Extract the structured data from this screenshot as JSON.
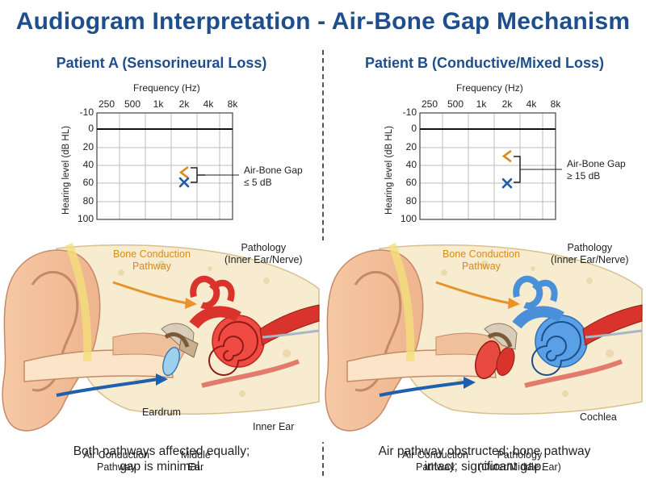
{
  "title": "Audiogram Interpretation - Air-Bone Gap Mechanism",
  "colors": {
    "title": "#1f4e8c",
    "bone_marker": "#d88a1c",
    "air_marker": "#1f5fa8",
    "pathology_red": "#e53b3b",
    "healthy_blue": "#4a90d9"
  },
  "panels": [
    {
      "title": "Patient A (Sensorineural Loss)",
      "audiogram": {
        "xlabel": "Frequency (Hz)",
        "ylabel": "Hearing level (dB HL)",
        "xticks": [
          "250",
          "500",
          "1k",
          "2k",
          "4k",
          "8k"
        ],
        "yticks": [
          "-10",
          "0",
          "20",
          "40",
          "60",
          "80",
          "100"
        ],
        "gap_label": [
          "Air-Bone Gap",
          "≤ 5 dB"
        ]
      },
      "labels": {
        "bone": [
          "Bone Conduction",
          "Pathway"
        ],
        "pathology": [
          "Pathology",
          "(Inner Ear/Nerve)"
        ],
        "eardrum": "Eardrum",
        "inner_ear": "Inner Ear",
        "middle_ear": [
          "Middle",
          "Ear"
        ],
        "air": [
          "Air Conduction",
          "Pathway"
        ]
      },
      "caption": [
        "Both pathways affected equally;",
        "gap is minimal."
      ]
    },
    {
      "title": "Patient B (Conductive/Mixed Loss)",
      "audiogram": {
        "xlabel": "Frequency (Hz)",
        "ylabel": "Hearing level (dB HL)",
        "xticks": [
          "250",
          "500",
          "1k",
          "2k",
          "4k",
          "8k"
        ],
        "yticks": [
          "-10",
          "0",
          "20",
          "40",
          "60",
          "80",
          "100"
        ],
        "gap_label": [
          "Air-Bone Gap",
          "≥ 15 dB"
        ]
      },
      "labels": {
        "bone": [
          "Bone Conduction",
          "Pathway"
        ],
        "pathology": [
          "Pathology",
          "(Inner Ear/Nerve)"
        ],
        "cochlea": "Cochlea",
        "air": [
          "Air Conduction",
          "Pathway"
        ],
        "pathology_outer": [
          "Pathology",
          "(Outer/Middle Ear)"
        ]
      },
      "caption": [
        "Air pathway obstructed; bone pathway",
        "intact; significant gap."
      ]
    }
  ],
  "chart_data": [
    {
      "type": "scatter",
      "panel": "Patient A (Sensorineural Loss)",
      "xlabel": "Frequency (Hz)",
      "ylabel": "Hearing level (dB HL)",
      "categories": [
        "250",
        "500",
        "1k",
        "2k",
        "4k",
        "8k"
      ],
      "ylim": [
        -10,
        100
      ],
      "y_inverted": true,
      "grid": true,
      "series": [
        {
          "marker": "<",
          "color": "#d88a1c",
          "points": [
            {
              "x": "2k",
              "y": 48
            }
          ]
        },
        {
          "marker": "x",
          "color": "#1f5fa8",
          "points": [
            {
              "x": "2k",
              "y": 59
            }
          ]
        }
      ]
    },
    {
      "type": "scatter",
      "panel": "Patient B (Conductive/Mixed Loss)",
      "xlabel": "Frequency (Hz)",
      "ylabel": "Hearing level (dB HL)",
      "categories": [
        "250",
        "500",
        "1k",
        "2k",
        "4k",
        "8k"
      ],
      "ylim": [
        -10,
        100
      ],
      "y_inverted": true,
      "grid": true,
      "series": [
        {
          "marker": "<",
          "color": "#d88a1c",
          "points": [
            {
              "x": "2k",
              "y": 30
            }
          ]
        },
        {
          "marker": "x",
          "color": "#1f5fa8",
          "points": [
            {
              "x": "2k",
              "y": 60
            }
          ]
        }
      ]
    }
  ]
}
